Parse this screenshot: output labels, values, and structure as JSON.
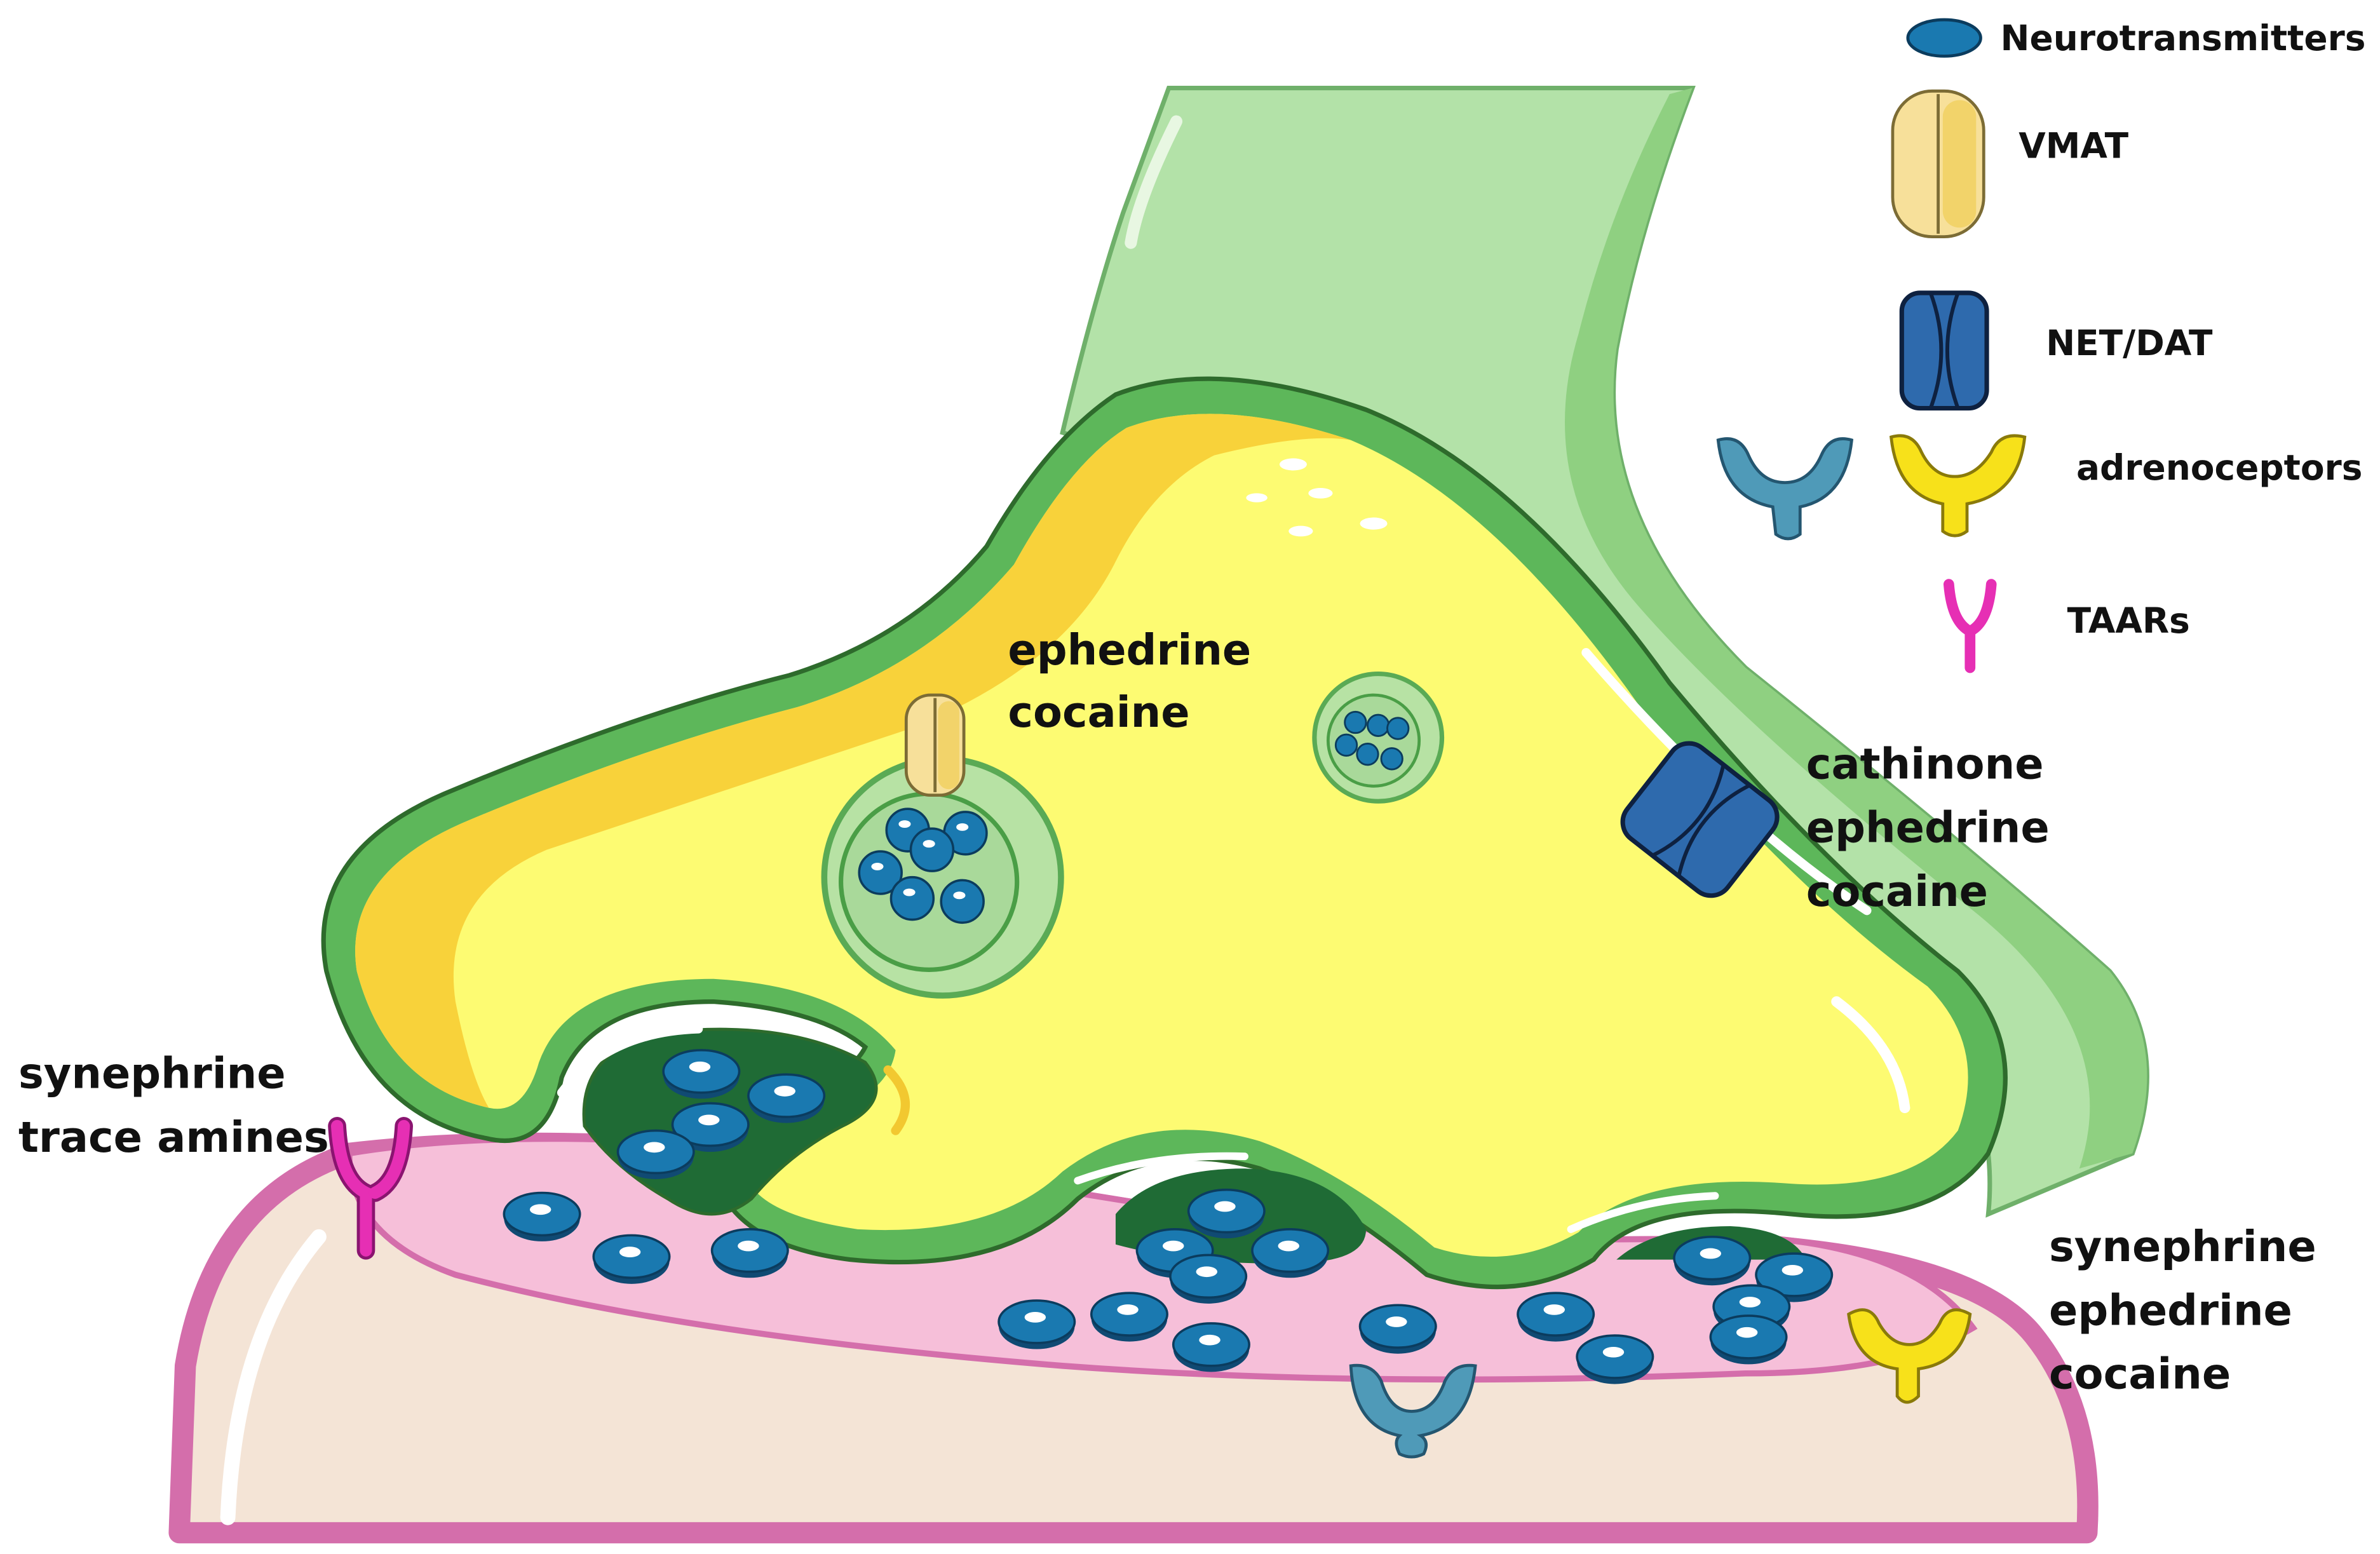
{
  "legend": {
    "neurotransmitters": "Neurotransmitters",
    "vmat": "VMAT",
    "net_dat": "NET/DAT",
    "adrenoceptors": "adrenoceptors",
    "taars": "TAARs"
  },
  "annotations": {
    "vmat_site": [
      "ephedrine",
      "cocaine"
    ],
    "transporter_site": [
      "cathinone",
      "ephedrine",
      "cocaine"
    ],
    "taar_site": [
      "synephrine",
      "trace amines"
    ],
    "receptor_site": [
      "synephrine",
      "ephedrine",
      "cocaine"
    ]
  },
  "colors": {
    "terminal_cytoplasm": "#fdfb72",
    "terminal_membrane": "#5db75a",
    "axon": "#b3e2a8",
    "vesicle_fill": "#b7e2a4",
    "neurotransmitter": "#1a79b0",
    "vmat": "#f7e09a",
    "net_dat": "#2e6aad",
    "adrenoceptor_blue": "#4f9ab8",
    "adrenoceptor_yellow": "#f7e11a",
    "taar": "#e62fb4",
    "postsynaptic_membrane": "#d46eab",
    "synaptic_cleft": "#f6bfd9",
    "postsynaptic_body": "#f4e4d6"
  }
}
